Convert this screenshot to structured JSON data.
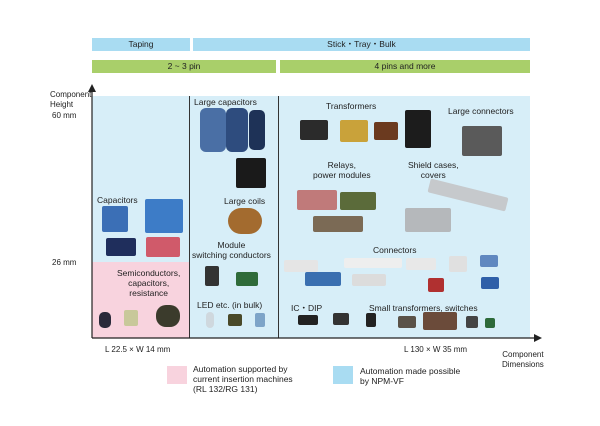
{
  "header": {
    "taping": "Taping",
    "stick_tray_bulk": "Stick・Tray・Bulk",
    "pins_2_3": "2 ~ 3 pin",
    "pins_4_more": "4 pins and more"
  },
  "axes": {
    "y_title": "Component\nHeight",
    "y_tick_60": "60 mm",
    "y_tick_26": "26 mm",
    "x_tick_small": "L 22.5 × W 14 mm",
    "x_tick_large": "L 130 × W 35 mm",
    "x_title": "Component\nDimensions"
  },
  "labels": {
    "capacitors": "Capacitors",
    "semiconductors": "Semiconductors,\ncapacitors,\nresistance",
    "large_capacitors": "Large capacitors",
    "large_coils": "Large coils",
    "module_switching": "Module\nswitching conductors",
    "led": "LED etc. (in bulk)",
    "transformers": "Transformers",
    "large_connectors": "Large connectors",
    "relays": "Relays,\npower modules",
    "shield_cases": "Shield cases,\ncovers",
    "connectors": "Connectors",
    "ic_dip": "IC・DIP",
    "small_transformers": "Small transformers, switches"
  },
  "legend": {
    "pink_text": "Automation supported by\ncurrent insertion machines\n(RL 132/RG 131)",
    "blue_text": "Automation made possible\nby NPM-VF"
  },
  "colors": {
    "blue_band": "#a9dcf2",
    "green_band": "#a9cf6a",
    "light_blue_area": "#d7eef8",
    "pink_area": "#f8d3de"
  }
}
